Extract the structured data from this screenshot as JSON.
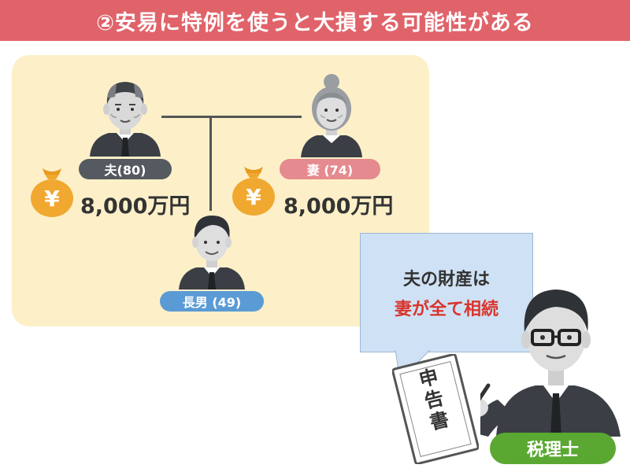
{
  "title": "②安易に特例を使うと大損する可能性がある",
  "husband": {
    "label": "夫(80)",
    "amount": "8,000万円"
  },
  "wife": {
    "label": "妻 (74)",
    "amount": "8,000万円"
  },
  "son": {
    "label": "長男 (49)"
  },
  "bubble": {
    "line1": "夫の財産は",
    "line2": "妻が全て相続"
  },
  "document": {
    "text": "申告書"
  },
  "tax_accountant": {
    "label": "税理士"
  },
  "icons": {
    "yen": "¥",
    "husband": "elderly-man-icon",
    "wife": "elderly-woman-icon",
    "son": "young-man-icon",
    "tax_accountant": "tax-accountant-icon"
  },
  "colors": {
    "title_bg": "#e0636a",
    "panel_bg": "#fdf0c8",
    "husband_tag": "#555a60",
    "wife_tag": "#e58a8f",
    "son_tag": "#5b9bd5",
    "tax_tag": "#5aa832",
    "highlight_text": "#d9342b",
    "bag": "#f0a830"
  }
}
